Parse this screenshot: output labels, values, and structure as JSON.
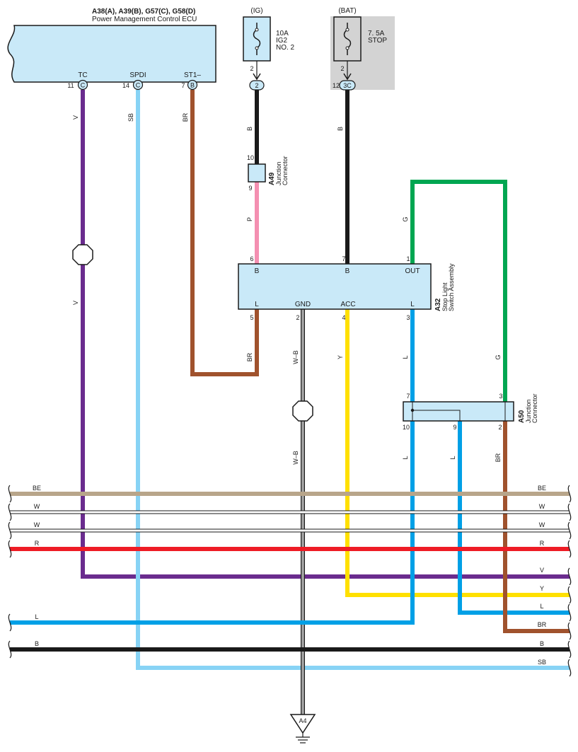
{
  "ecu": {
    "header": "A38(A), A39(B), G57(C), G58(D)",
    "name": "Power Management Control ECU",
    "terminals": [
      {
        "name": "TC",
        "pin": "11",
        "conn": "C"
      },
      {
        "name": "SPDI",
        "pin": "14",
        "conn": "C"
      },
      {
        "name": "ST1–",
        "pin": "7",
        "conn": "B"
      }
    ]
  },
  "ig_fuse": {
    "source": "(IG)",
    "rating": "10A",
    "name": "IG2",
    "number": "NO. 2",
    "pin_top": "2",
    "conn": "2"
  },
  "bat_fuse": {
    "source": "(BAT)",
    "rating": "7. 5A",
    "name": "STOP",
    "pin_top": "2",
    "pin": "12",
    "conn": "3C"
  },
  "a49": {
    "id": "A49",
    "label1": "Junction",
    "label2": "Connector",
    "pin_in": "10",
    "pin_out": "9"
  },
  "a32": {
    "id": "A32",
    "label1": "Stop Light",
    "label2": "Switch Assembly",
    "top_pins": [
      {
        "pin": "6",
        "name": "B"
      },
      {
        "pin": "7",
        "name": "B"
      },
      {
        "pin": "1",
        "name": "OUT"
      }
    ],
    "bottom_pins": [
      {
        "pin": "5",
        "name": "L"
      },
      {
        "pin": "2",
        "name": "GND"
      },
      {
        "pin": "4",
        "name": "ACC"
      },
      {
        "pin": "3",
        "name": "L"
      }
    ]
  },
  "a50": {
    "id": "A50",
    "label1": "Junction",
    "label2": "Connector",
    "pins": [
      "7",
      "3",
      "10",
      "9",
      "2"
    ]
  },
  "ground": {
    "id": "A4"
  },
  "wire_labels": {
    "tc1": "V",
    "tc2": "V",
    "spdi": "SB",
    "st1": "BR",
    "ig": "B",
    "bat": "B",
    "a49p": "P",
    "out_g1": "G",
    "out_g2": "G",
    "a32_br": "BR",
    "gnd1": "W–B",
    "gnd2": "W–B",
    "acc": "Y",
    "l_a32": "L",
    "l_a50": "L",
    "l_a50_9": "L",
    "br_a50": "BR"
  },
  "bus": [
    {
      "label": "BE",
      "color": "#b8a58a"
    },
    {
      "label": "W",
      "color": "#ffffff"
    },
    {
      "label": "W",
      "color": "#ffffff"
    },
    {
      "label": "R",
      "color": "#ee1c25"
    },
    {
      "label": "V",
      "color": "#6a2c8e"
    },
    {
      "label": "Y",
      "color": "#ffe000"
    },
    {
      "label": "L",
      "color": "#00a0e6"
    },
    {
      "label": "BR",
      "color": "#a0522d"
    },
    {
      "label": "B",
      "color": "#1a1a1a"
    },
    {
      "label": "SB",
      "color": "#87d3f5"
    }
  ],
  "colors": {
    "component_fill": "#c9e9f8",
    "fuse_box_bg": "#d3d3d3",
    "green": "#00a651",
    "pink": "#f48fb1"
  }
}
